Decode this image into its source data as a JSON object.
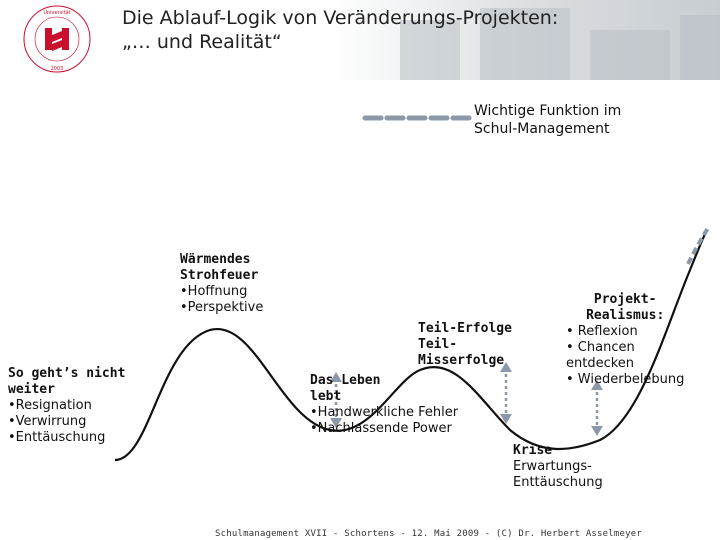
{
  "title": {
    "line1": "Die Ablauf-Logik von Veränderungs-Projekten:",
    "line2": "„… und Realität“"
  },
  "logo": {
    "text": "Stiftung Universität Hildesheim 2003",
    "color": "#c8102e"
  },
  "legend": {
    "line1": "Wichtige Funktion im",
    "line2": "Schul-Management",
    "dash_color": "#8a98a8"
  },
  "labels": {
    "warm": {
      "heading1": "Wärmendes",
      "heading2": "Strohfeuer",
      "items": [
        "•Hoffnung",
        "•Perspektive"
      ]
    },
    "so_gehts": {
      "heading1": "So geht’s nicht",
      "heading2": "weiter",
      "items": [
        "•Resignation",
        "•Verwirrung",
        "•Enttäuschung"
      ]
    },
    "teil": {
      "line1": "Teil-Erfolge",
      "line2": "Teil-",
      "line3": "Misserfolge"
    },
    "leben": {
      "line1": "Das Leben",
      "line2": "lebt",
      "items": [
        "•Handwerkliche Fehler",
        "•Nachlassende Power"
      ]
    },
    "projekt": {
      "heading1": "Projekt-",
      "heading2": "Realismus:",
      "items": [
        "• Reflexion",
        "• Chancen",
        "entdecken",
        "• Wiederbelebung"
      ]
    },
    "krise": {
      "heading": "Krise",
      "line1": "Erwartungs-",
      "line2": "Enttäuschung"
    }
  },
  "footer": "Schulmanagement XVII - Schortens - 12. Mai 2009 - (C) Dr. Herbert Asselmeyer"
}
